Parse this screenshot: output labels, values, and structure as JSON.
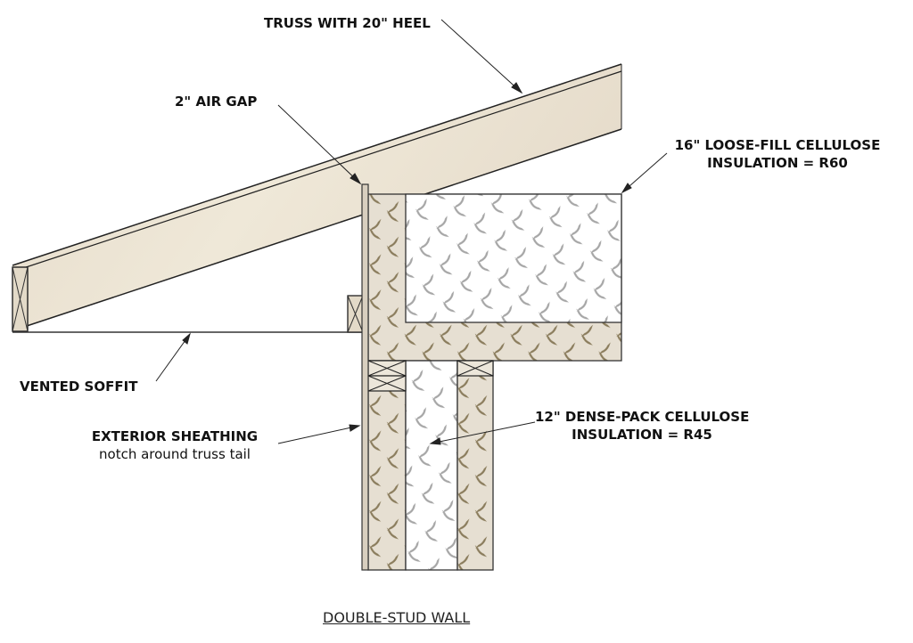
{
  "title": "DOUBLE-STUD WALL",
  "labels": {
    "truss": "TRUSS WITH 20\" HEEL",
    "air_gap": "2\" AIR GAP",
    "loose_fill_1": "16\" LOOSE-FILL CELLULOSE",
    "loose_fill_2": "INSULATION = R60",
    "soffit": "VENTED SOFFIT",
    "sheathing_1": "EXTERIOR SHEATHING",
    "sheathing_2": "notch around truss tail",
    "dense_pack_1": "12\" DENSE-PACK CELLULOSE",
    "dense_pack_2": "INSULATION = R45"
  },
  "colors": {
    "wood": "#e9e0d0",
    "mesh": "#8a7c5c",
    "mesh_gray": "#a9a9a9"
  }
}
